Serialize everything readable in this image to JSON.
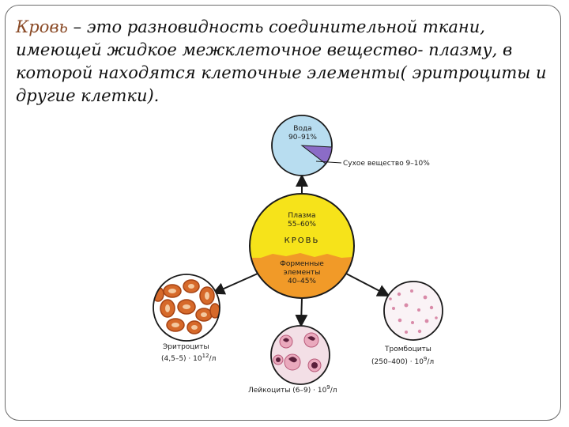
{
  "intro": {
    "term": "Кровь",
    "rest": " – это разновидность соединительной ткани, имеющей жидкое межклеточное вещество- плазму, в которой находятся клеточные элементы( эритроциты и другие клетки)."
  },
  "diagram": {
    "water": {
      "label": "Вода",
      "value": "90–91%"
    },
    "dry_matter": {
      "label": "Сухое вещество 9–10%"
    },
    "blood": {
      "plasma_label": "Плазма",
      "plasma_value": "55–60%",
      "title": "КРОВЬ",
      "formed_line1": "Форменные",
      "formed_line2": "элементы",
      "formed_value": "40–45%"
    },
    "erythrocytes": {
      "name": "Эритроциты",
      "count": "(4,5–5) · 10",
      "exp": "12",
      "unit": "/л"
    },
    "leukocytes": {
      "name": "Лейкоциты (6–9) · 10",
      "exp": "9",
      "unit": "/л"
    },
    "thrombocytes": {
      "name": "Тромбоциты",
      "count": "(250–400) · 10",
      "exp": "9",
      "unit": "/л"
    }
  },
  "colors": {
    "water": "#b8ddf0",
    "dry_matter": "#8b6cc7",
    "plasma": "#f6e31a",
    "formed": "#f19a28",
    "term_text": "#8a4a26"
  }
}
